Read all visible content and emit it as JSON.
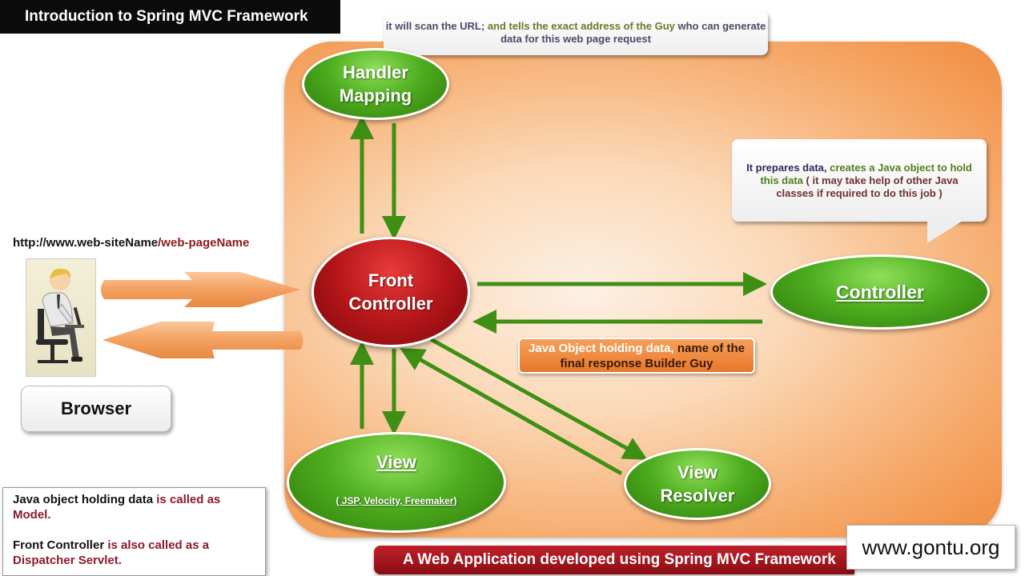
{
  "header": {
    "title": "Introduction to Spring MVC Framework"
  },
  "nodes": {
    "handler_mapping": {
      "line1": "Handler",
      "line2": "Mapping"
    },
    "front_controller": {
      "line1": "Front",
      "line2": "Controller"
    },
    "controller": {
      "label": "Controller"
    },
    "view": {
      "label": "View",
      "sub": "( JSP, Velocity, Freemaker)"
    },
    "view_resolver": {
      "line1": "View",
      "line2": "Resolver"
    }
  },
  "callouts": {
    "scan": {
      "part1": "it will scan the URL;",
      "part2": " and tells the exact address of the Guy",
      "part3": " who can generate data for this web page request"
    },
    "prepare": {
      "part1": "It prepares data,",
      "part2": " creates a Java object to hold this data",
      "part3": " ( it may take help of other Java classes if required to do this job )"
    },
    "java_object": {
      "part1": "Java Object holding data,",
      "part2": " name of the final response Builder Guy"
    }
  },
  "browser": {
    "url_base": "http://www.web-siteName",
    "url_page": "/web-pageName",
    "button_label": "Browser"
  },
  "notes": {
    "n1_a": "Java object holding data",
    "n1_b": " is called as ",
    "n1_c": "Model.",
    "n2_a": "Front Controller",
    "n2_b": " is also called as a ",
    "n2_c": "Dispatcher Servlet."
  },
  "footer": {
    "text": "A Web Application developed using Spring MVC Framework"
  },
  "site": {
    "label": "www.gontu.org"
  },
  "colors": {
    "green": "#4fae1f",
    "red": "#b5161a",
    "orange": "#f08c40"
  }
}
